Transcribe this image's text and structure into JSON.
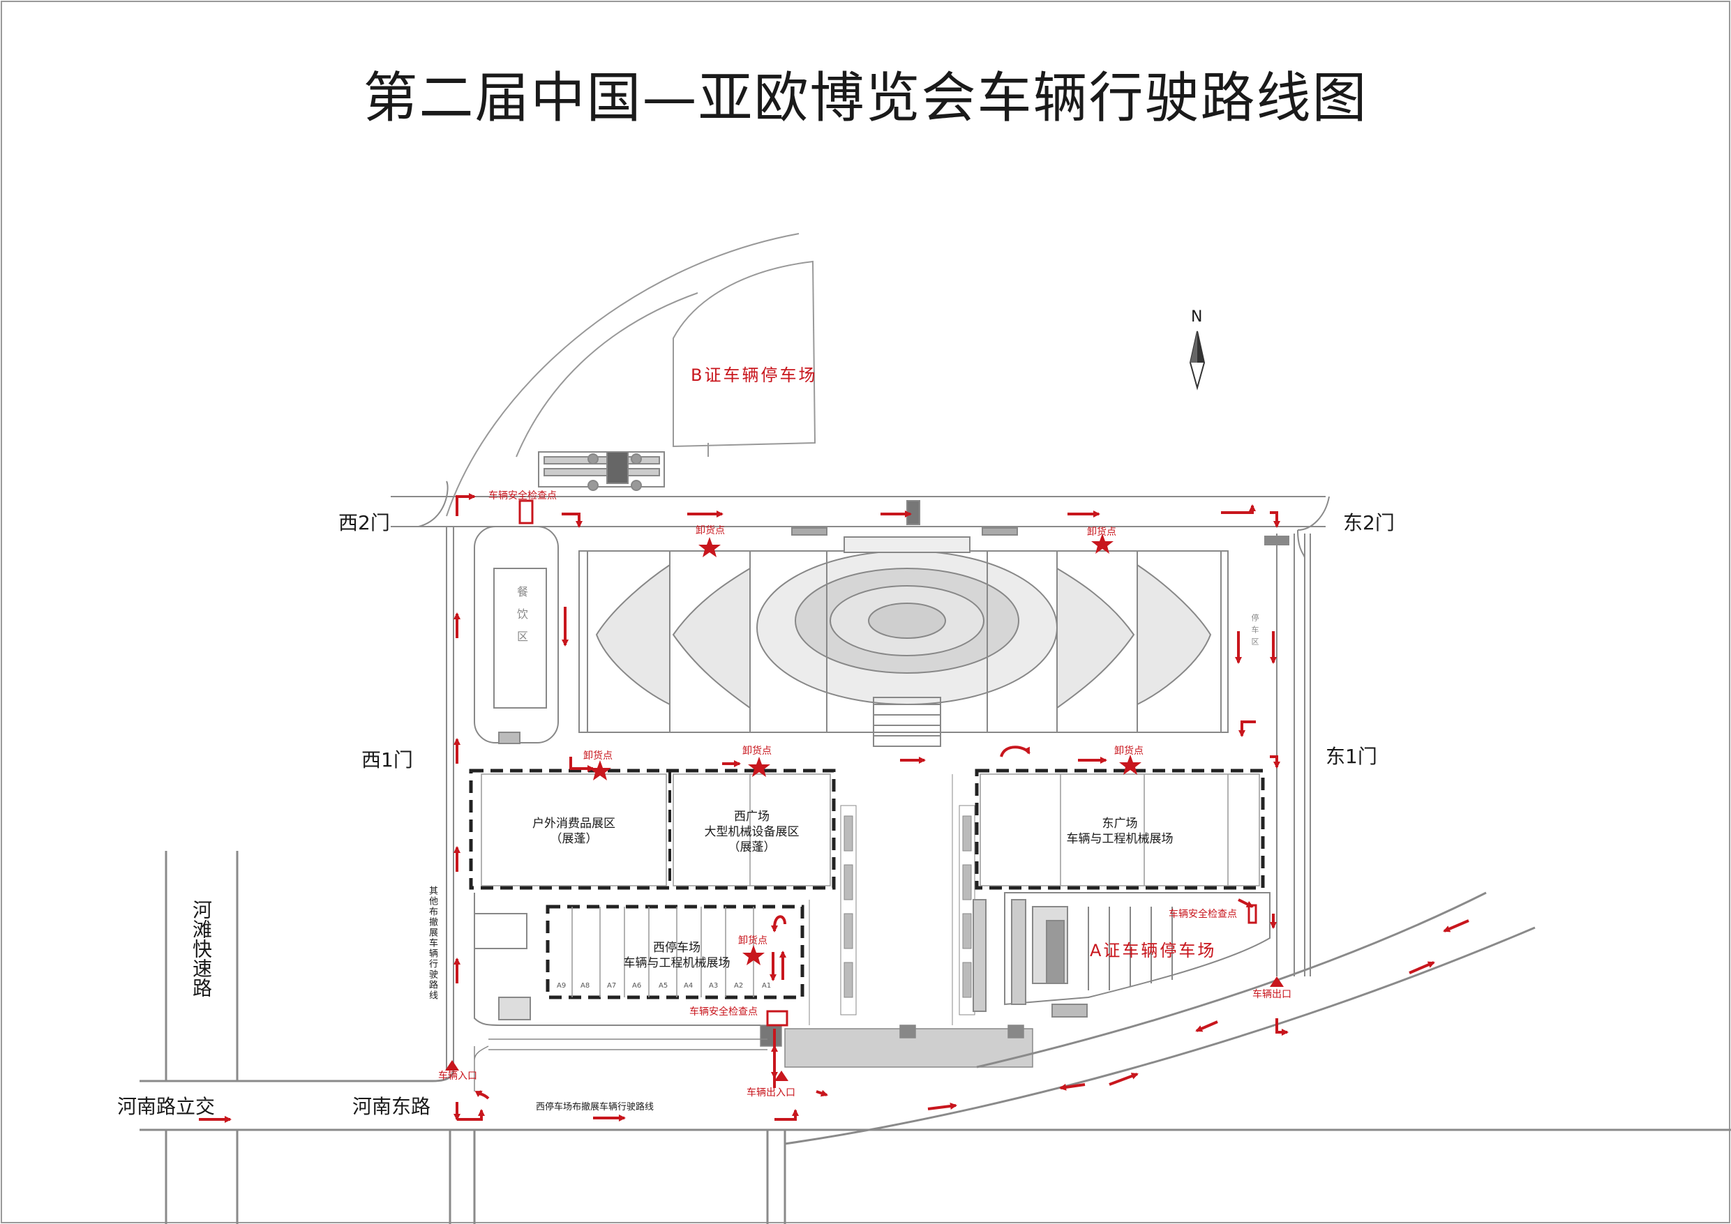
{
  "title": "第二届中国—亚欧博览会车辆行驶路线图",
  "compass": {
    "label": "N"
  },
  "gates": {
    "west2": "西2门",
    "east2": "东2门",
    "west1": "西1门",
    "east1": "东1门"
  },
  "roads": {
    "hetan": "河滩快速路",
    "henan_interchange": "河南路立交",
    "henan_east": "河南东路"
  },
  "parking": {
    "b_lot": "B证车辆停车场",
    "a_lot": "A证车辆停车场"
  },
  "checkpoints": {
    "label": "车辆安全检查点"
  },
  "unload": {
    "label": "卸货点"
  },
  "zones": {
    "outdoor": {
      "line1": "户外消费品展区",
      "line2": "（展蓬）"
    },
    "west_plaza": {
      "line1": "西广场",
      "line2": "大型机械设备展区",
      "line3": "（展蓬）"
    },
    "east_plaza": {
      "line1": "东广场",
      "line2": "车辆与工程机械展场"
    },
    "west_lot": {
      "line1": "西停车场",
      "line2": "车辆与工程机械展场"
    },
    "dining": "餐饮区",
    "east_side": "停车区"
  },
  "stalls": [
    "A9",
    "A8",
    "A7",
    "A6",
    "A5",
    "A4",
    "A3",
    "A2",
    "A1"
  ],
  "labels": {
    "vehicle_entrance": "车辆入口",
    "vehicle_exit": "车辆出口",
    "vehicle_inout": "车辆出入口",
    "other_route": "其他布撤展车辆行驶路线",
    "west_lot_route": "西停车场布撤展车辆行驶路线"
  },
  "colors": {
    "route_red": "#c8161d",
    "line_gray": "#8a8a8a",
    "text_dark": "#1a1a1a"
  }
}
